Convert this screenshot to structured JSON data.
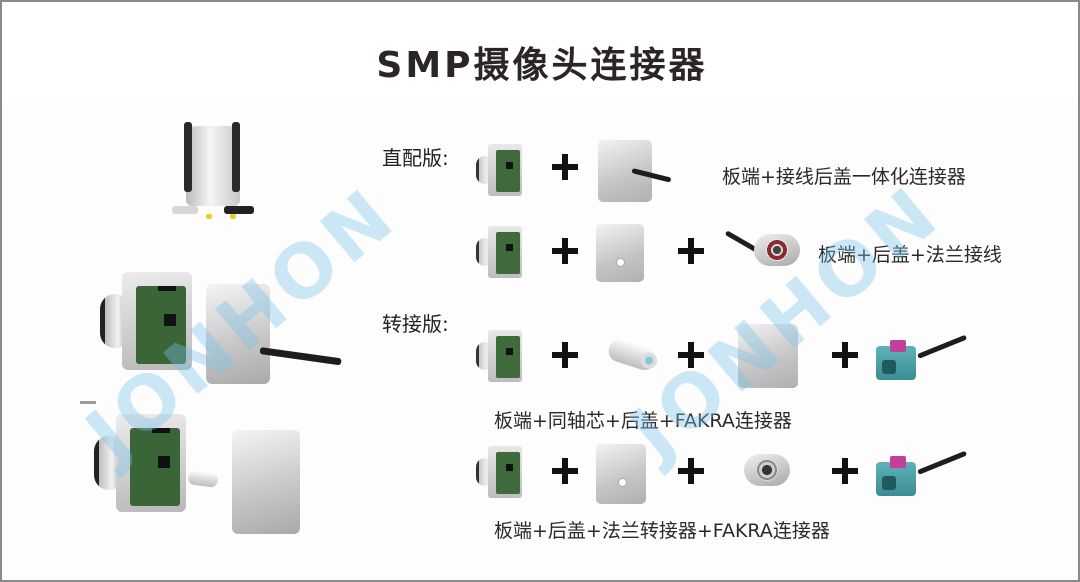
{
  "header": {
    "title": "SMP摄像头连接器"
  },
  "sections": {
    "direct": {
      "label": "直配版:",
      "rows": [
        {
          "components": [
            "板端",
            "接线后盖一体化连接器"
          ],
          "description": "板端+接线后盖一体化连接器"
        },
        {
          "components": [
            "板端",
            "后盖",
            "法兰接线"
          ],
          "description": "板端+后盖+法兰接线"
        }
      ]
    },
    "adapter": {
      "label": "转接版:",
      "rows": [
        {
          "components": [
            "板端",
            "同轴芯",
            "后盖",
            "FAKRA连接器"
          ],
          "description": "板端+同轴芯+后盖+FAKRA连接器"
        },
        {
          "components": [
            "板端",
            "后盖",
            "法兰转接器",
            "FAKRA连接器"
          ],
          "description": "板端+后盖+法兰转接器+FAKRA连接器"
        }
      ]
    }
  },
  "watermarks": [
    "JONHON",
    "JONHON"
  ],
  "colors": {
    "title": "#2b2625",
    "watermark": "#78c3eb",
    "pcb_green": "#3f6a3c",
    "fakra_teal": "#4aa0a5",
    "fakra_latch": "#c43f9b",
    "border": "#8a8a8a"
  }
}
